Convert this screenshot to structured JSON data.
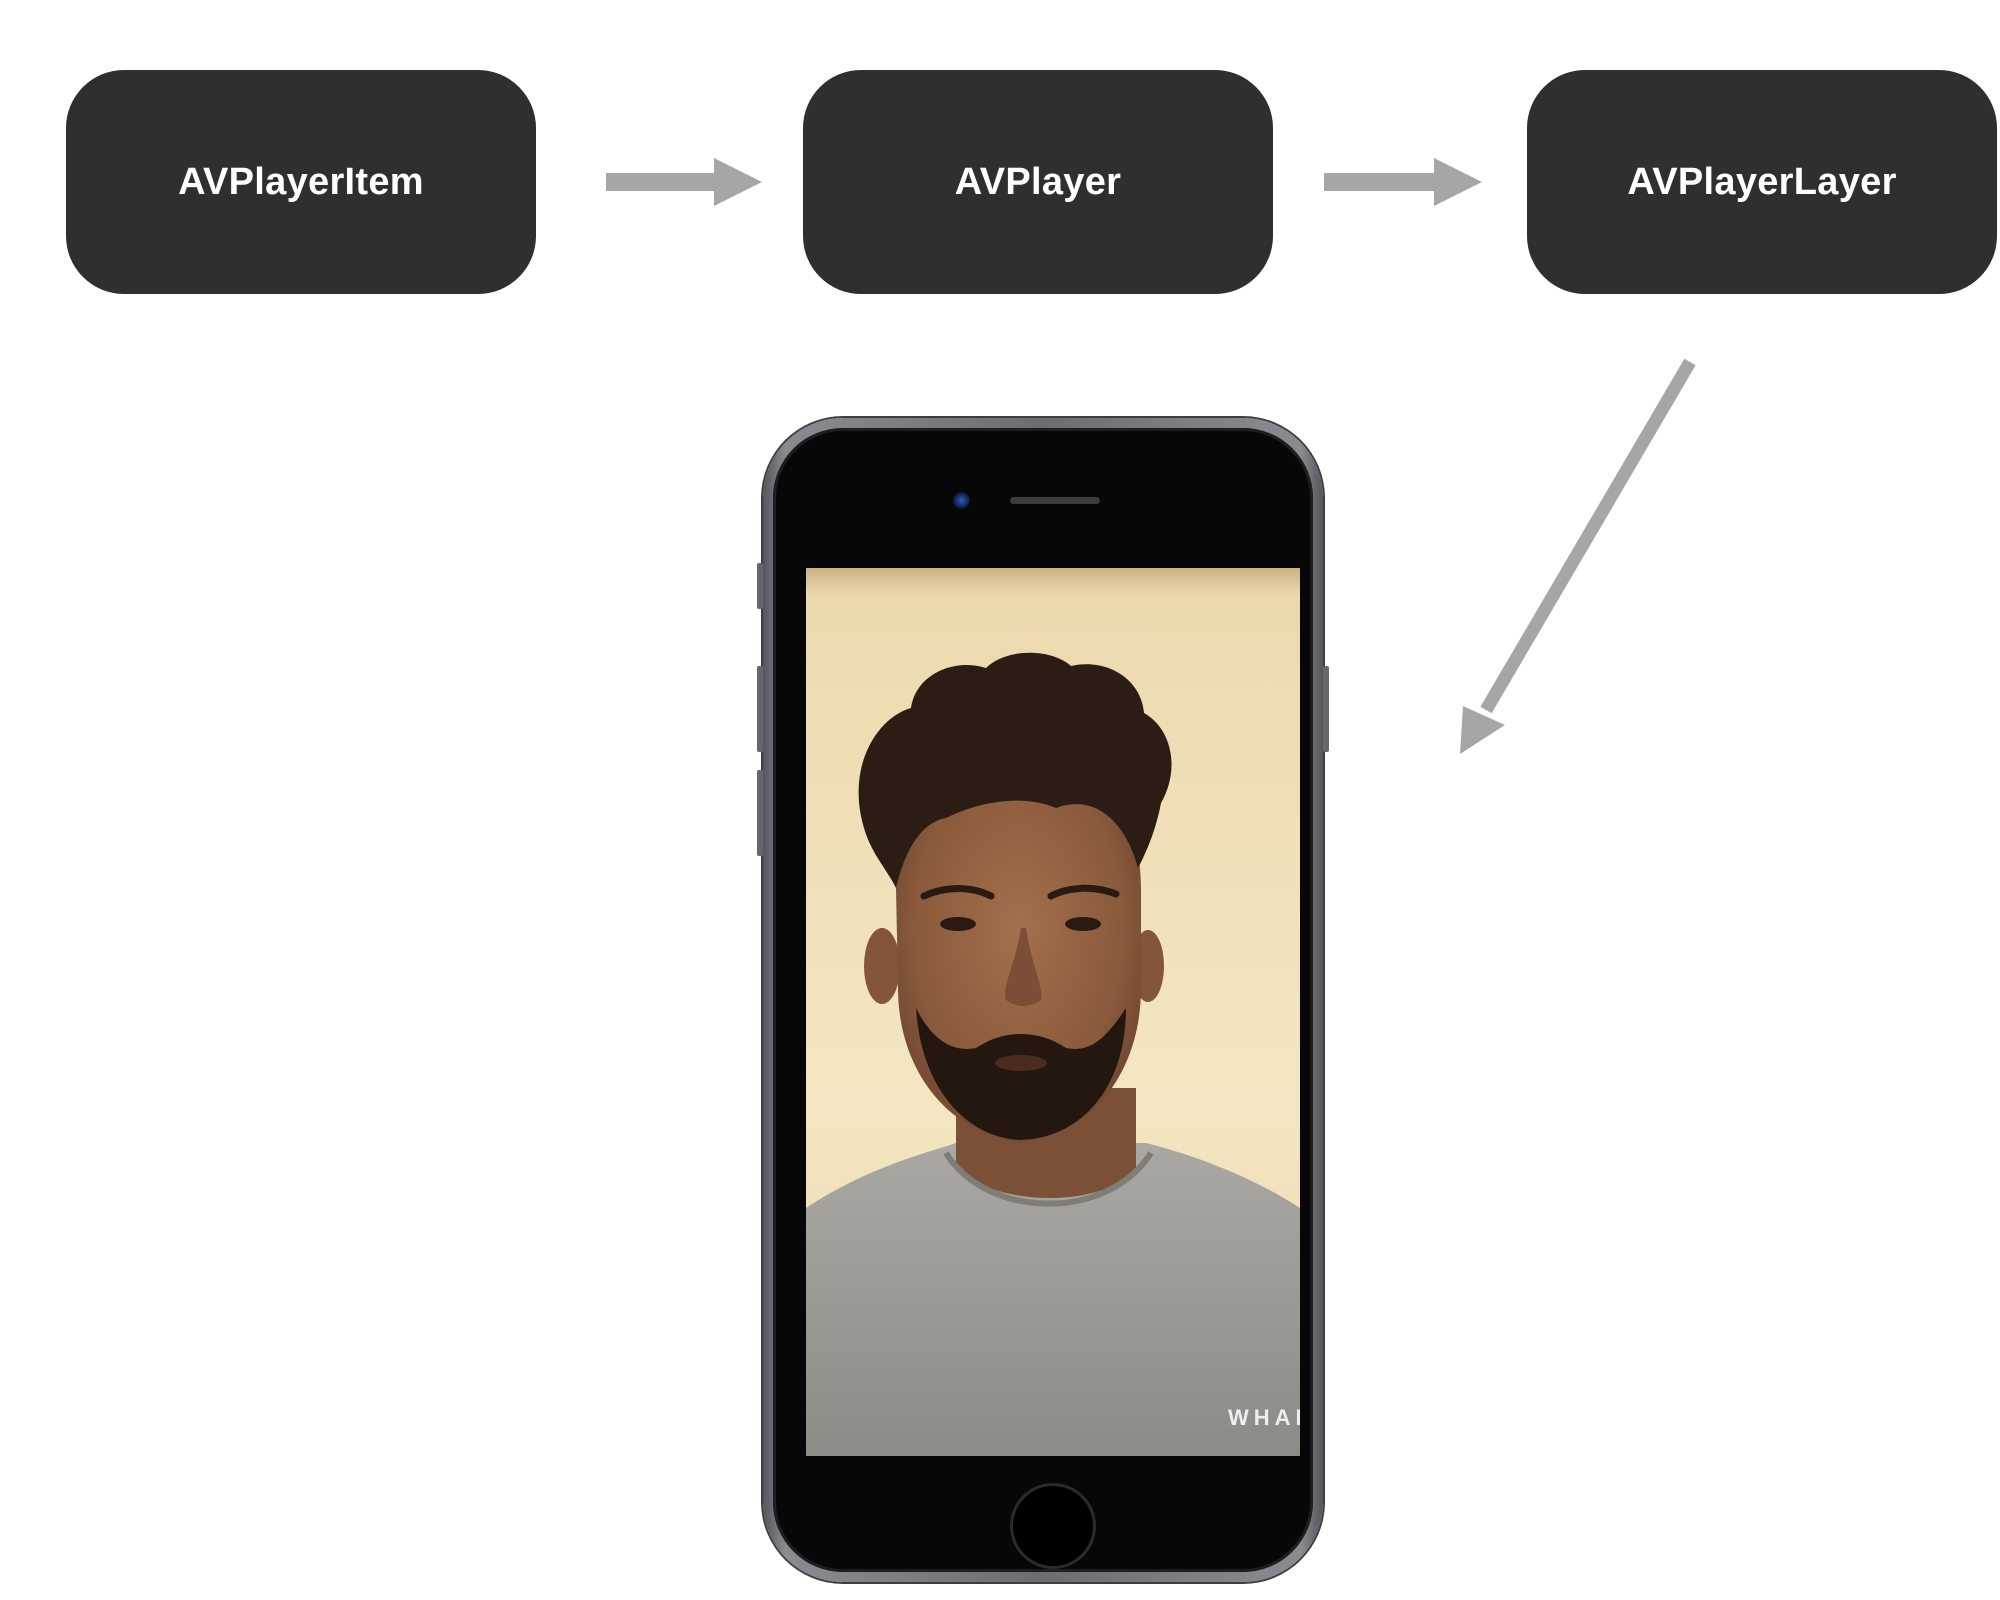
{
  "nodes": [
    {
      "label": "AVPlayerItem"
    },
    {
      "label": "AVPlayer"
    },
    {
      "label": "AVPlayerLayer"
    }
  ],
  "phone": {
    "watermark": "WHAL"
  },
  "colors": {
    "node_fill": "#2f2f2f",
    "node_text": "#ffffff",
    "arrow": "#a6a6a6",
    "background": "#ffffff"
  }
}
